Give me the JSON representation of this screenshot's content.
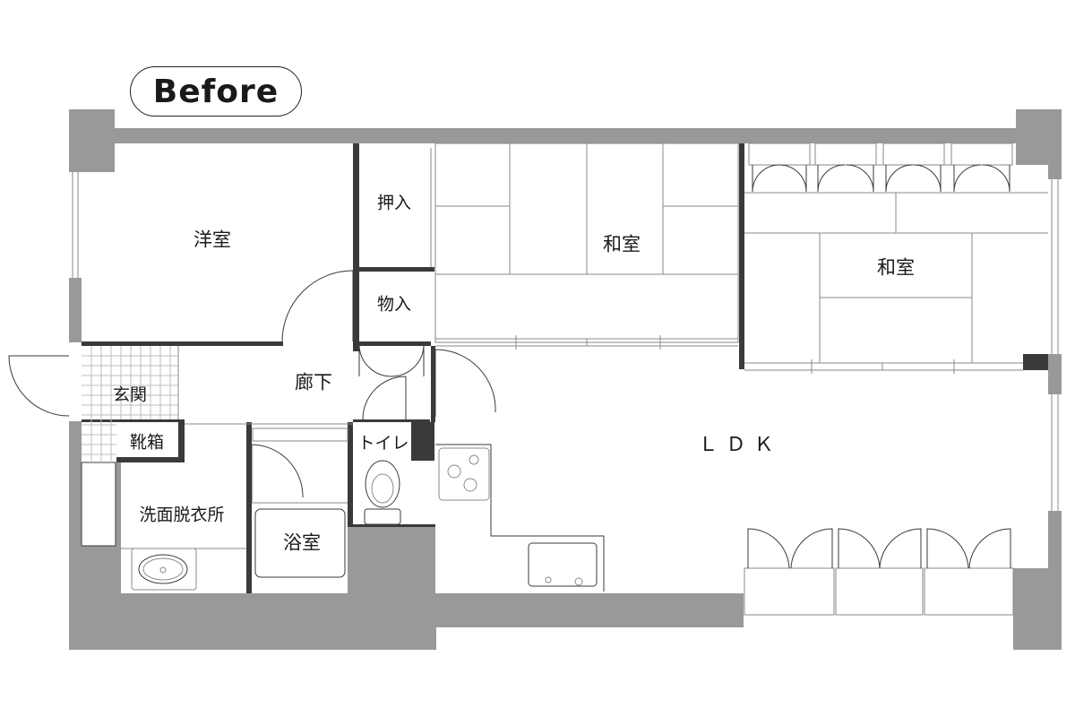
{
  "badge": {
    "label": "Before"
  },
  "rooms": {
    "western_room": "洋室",
    "closet_oshiire": "押入",
    "storage_monoire": "物入",
    "japanese_room_1": "和室",
    "japanese_room_2": "和室",
    "hallway": "廊下",
    "entrance": "玄関",
    "shoe_cabinet": "靴箱",
    "toilet": "トイレ",
    "washroom": "洗面脱衣所",
    "bathroom": "浴室",
    "ldk": "ＬＤＫ"
  },
  "colors": {
    "wall": "#999999",
    "line": "#3a3a3a",
    "thin": "#8a8a8a",
    "background": "#ffffff"
  }
}
